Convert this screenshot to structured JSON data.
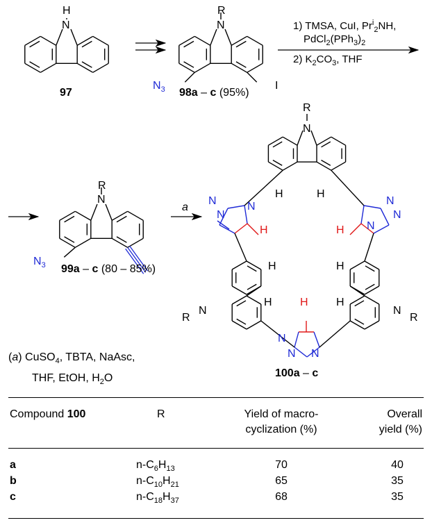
{
  "scheme": {
    "compounds": {
      "c97": {
        "label": "97",
        "nh": "H",
        "n": "N"
      },
      "c98": {
        "label_bold": "98a",
        "dash": " – ",
        "label_bold2": "c",
        "yield": " (95%)",
        "r": "R",
        "n": "N",
        "azide": "N",
        "azide_sub": "3",
        "iodo": "I"
      },
      "c99": {
        "label_bold": "99a",
        "dash": " – ",
        "label_bold2": "c",
        "yield": " (80 – 85%)",
        "r": "R",
        "n": "N",
        "azide": "N",
        "azide_sub": "3"
      },
      "c100": {
        "label_bold": "100a",
        "dash": " – ",
        "label_bold2": "c",
        "r": "R",
        "n": "N",
        "h": "H",
        "triazole_n": "N"
      }
    },
    "conditions_step1": {
      "line1_a": "1) TMSA, CuI, Pr",
      "line1_sup": "i",
      "line1_sub": "2",
      "line1_b": "NH,",
      "line2_a": "PdCl",
      "line2_sub1": "2",
      "line2_b": "(PPh",
      "line2_sub2": "3",
      "line2_c": ")",
      "line2_sub3": "2",
      "line3_a": "2) K",
      "line3_sub1": "2",
      "line3_b": "CO",
      "line3_sub2": "3",
      "line3_c": ", THF"
    },
    "arrow_label_a": "a",
    "footnote": {
      "prefix": "(",
      "letter": "a",
      "suffix": ") CuSO",
      "sub4": "4",
      "rest1": ", TBTA, NaAsc,",
      "line2_a": "THF, EtOH, H",
      "line2_sub": "2",
      "line2_b": "O"
    }
  },
  "table": {
    "headers": {
      "compound_a": "Compound ",
      "compound_b": "100",
      "r": "R",
      "yield_line1": "Yield of macro-",
      "yield_line2": "cyclization (%)",
      "overall_line1": "Overall",
      "overall_line2": "yield (%)"
    },
    "rows": [
      {
        "compound": "a",
        "r_prefix": "n-C",
        "r_sub1": "6",
        "r_mid": "H",
        "r_sub2": "13",
        "macro_yield": "70",
        "overall_yield": "40"
      },
      {
        "compound": "b",
        "r_prefix": "n-C",
        "r_sub1": "10",
        "r_mid": "H",
        "r_sub2": "21",
        "macro_yield": "65",
        "overall_yield": "35"
      },
      {
        "compound": "c",
        "r_prefix": "n-C",
        "r_sub1": "18",
        "r_mid": "H",
        "r_sub2": "37",
        "macro_yield": "68",
        "overall_yield": "35"
      }
    ]
  },
  "colors": {
    "azide": "#1f2ad6",
    "highlight": "#e01818",
    "bond": "#000000"
  }
}
